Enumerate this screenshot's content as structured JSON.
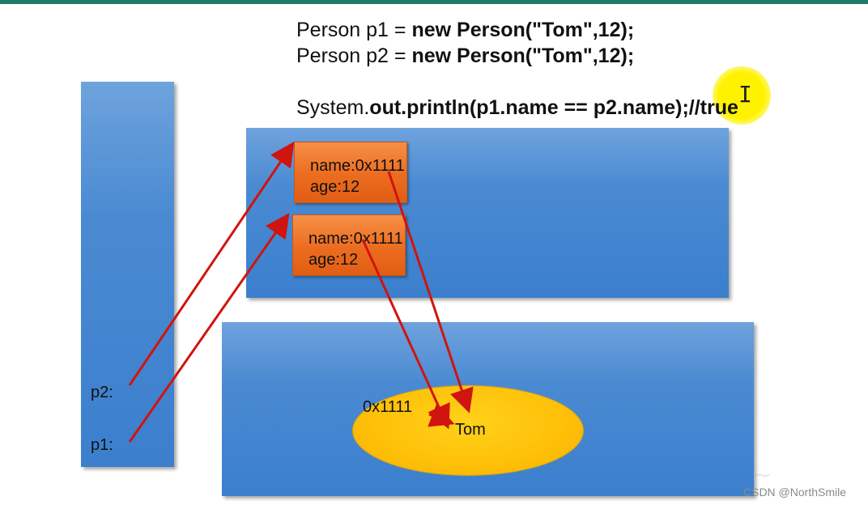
{
  "code": {
    "line1": {
      "prefix": "Person p1 = ",
      "rest": "new Person(\"Tom\",12);"
    },
    "line2": {
      "prefix": "Person p2 = ",
      "rest": "new Person(\"Tom\",12);"
    },
    "line3": {
      "prefix": "System.",
      "rest": "out.println(p1.name == p2.name);//true"
    }
  },
  "stack": {
    "p2": "p2:",
    "p1": "p1:"
  },
  "heap": {
    "objects": [
      {
        "name": "name:0x1111",
        "age": "age:12"
      },
      {
        "name": "name:0x1111",
        "age": "age:12"
      }
    ]
  },
  "string_pool": {
    "address": "0x1111",
    "value": "Tom"
  },
  "watermark": "CSDN @NorthSmile",
  "colors": {
    "panel": "#4a8ad2",
    "object": "#ec6c1f",
    "string_ellipse": "#ffc10a",
    "arrow": "#d0140f",
    "highlight": "#fff200"
  }
}
